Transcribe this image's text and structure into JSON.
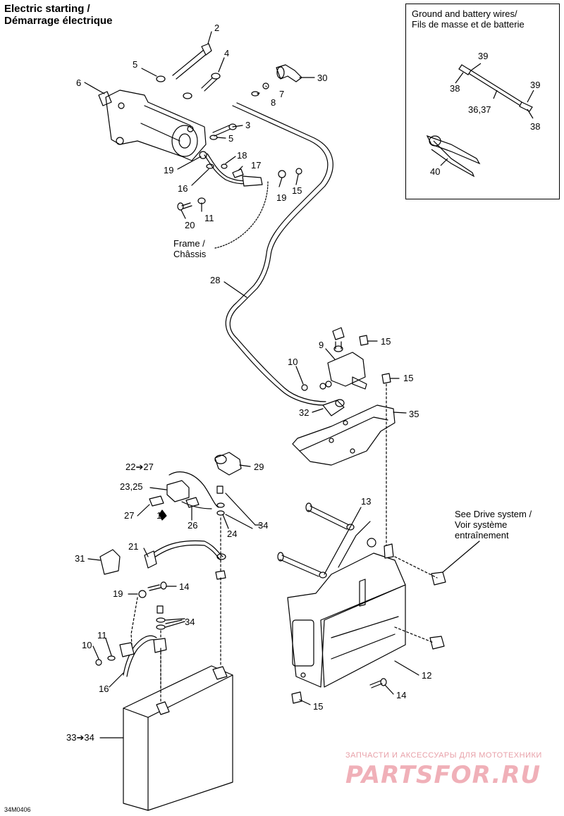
{
  "title": {
    "line1": "Electric starting /",
    "line2": "Démarrage électrique"
  },
  "inset": {
    "line1": "Ground and battery wires/",
    "line2": "Fils de masse et de batterie"
  },
  "notes": {
    "frame_1": "Frame /",
    "frame_2": "Châssis",
    "drive_1": "See Drive system /",
    "drive_2": "Voir système",
    "drive_3": "entraînement"
  },
  "labels": {
    "l2": "2",
    "l4": "4",
    "l5a": "5",
    "l6": "6",
    "l30": "30",
    "l7": "7",
    "l8": "8",
    "l3": "3",
    "l5b": "5",
    "l18": "18",
    "l17": "17",
    "l19a": "19",
    "l16a": "16",
    "l19b": "19",
    "l15a": "15",
    "l11a": "11",
    "l20": "20",
    "l28": "28",
    "l15b": "15",
    "l9": "9",
    "l10a": "10",
    "l15c": "15",
    "l32": "32",
    "l35": "35",
    "l22": "22➔27",
    "l29": "29",
    "l23": "23,25",
    "l27": "27",
    "l1": "1",
    "l26": "26",
    "l24": "24",
    "l34a": "34",
    "l21": "21",
    "l31": "31",
    "l13": "13",
    "l19c": "19",
    "l14a": "14",
    "l34b": "34",
    "l10b": "10",
    "l11b": "11",
    "l16b": "16",
    "l12": "12",
    "l14b": "14",
    "l15d": "15",
    "l33": "33➔34",
    "i39a": "39",
    "i38a": "38",
    "i39b": "39",
    "i3637": "36,37",
    "i38b": "38",
    "i40": "40"
  },
  "diagram_code": "34M0406",
  "watermark": {
    "tagline": "ЗАПЧАСТИ И АКСЕССУАРЫ ДЛЯ МОТОТЕХНИКИ",
    "logo": "PARTSFOR.RU"
  },
  "colors": {
    "line": "#000000",
    "watermark": "#f0b0b8"
  }
}
